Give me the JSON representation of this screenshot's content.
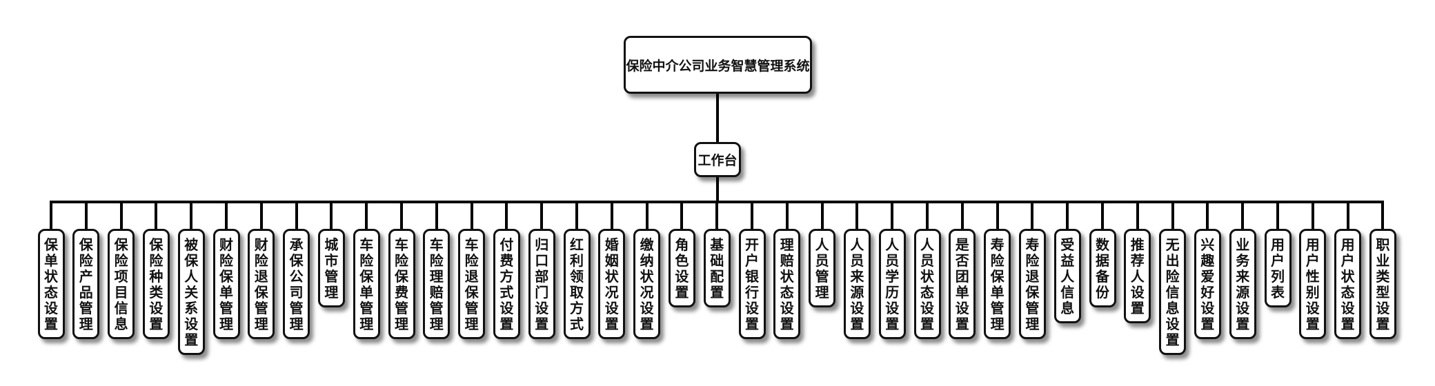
{
  "root": {
    "label": "保险中介公司业务智慧管理系统"
  },
  "workbench": {
    "label": "工作台"
  },
  "modules": [
    "保单状态设置",
    "保险产品管理",
    "保险项目信息",
    "保险种类设置",
    "被保人关系设置",
    "财险保单管理",
    "财险退保管理",
    "承保公司管理",
    "城市管理",
    "车险保单管理",
    "车险保费管理",
    "车险理赔管理",
    "车险退保管理",
    "付费方式设置",
    "归口部门设置",
    "红利领取方式",
    "婚姻状况设置",
    "缴纳状况设置",
    "角色设置",
    "基础配置",
    "开户银行设置",
    "理赔状态设置",
    "人员管理",
    "人员来源设置",
    "人员学历设置",
    "人员状态设置",
    "是否团单设置",
    "寿险保单管理",
    "寿险退保管理",
    "受益人信息",
    "数据备份",
    "推荐人设置",
    "无出险信息设置",
    "兴趣爱好设置",
    "业务来源设置",
    "用户列表",
    "用户性别设置",
    "用户状态设置",
    "职业类型设置"
  ]
}
